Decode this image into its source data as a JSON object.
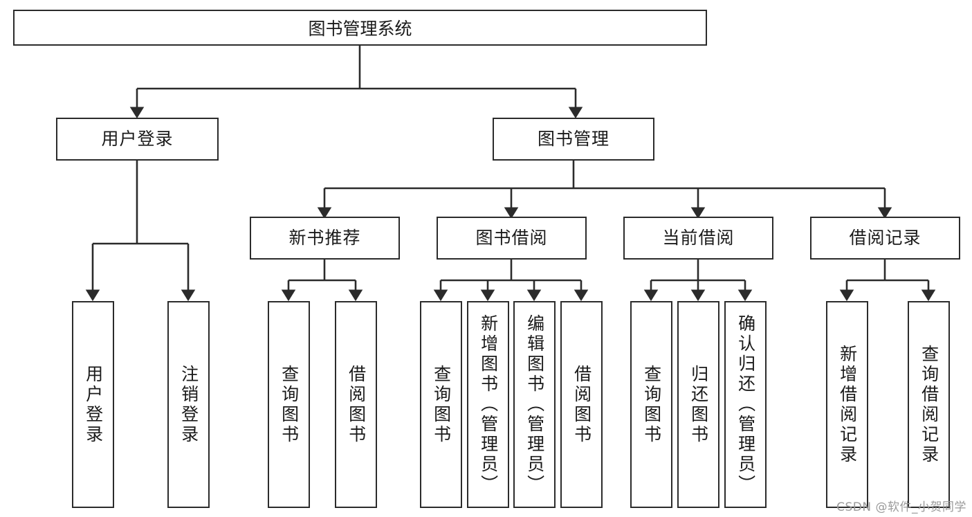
{
  "diagram": {
    "title": "图书管理系统",
    "watermark": "CSDN @软件_小贺同学",
    "stroke_color": "#2b2b2b",
    "background_color": "#ffffff",
    "text_color": "#1a1a1a",
    "watermark_color": "#9a9a9a"
  },
  "nodes": {
    "root": {
      "label": "图书管理系统"
    },
    "level2": [
      {
        "label": "用户登录"
      },
      {
        "label": "图书管理"
      }
    ],
    "level3": [
      {
        "label": "新书推荐"
      },
      {
        "label": "图书借阅"
      },
      {
        "label": "当前借阅"
      },
      {
        "label": "借阅记录"
      }
    ],
    "leaves": {
      "user_login": [
        {
          "label": "用户登录"
        },
        {
          "label": "注销登录"
        }
      ],
      "new_book_recommend": [
        {
          "label": "查询图书"
        },
        {
          "label": "借阅图书"
        }
      ],
      "book_borrow": [
        {
          "label": "查询图书"
        },
        {
          "label": "新增图书（管理员）"
        },
        {
          "label": "编辑图书（管理员）"
        },
        {
          "label": "借阅图书"
        }
      ],
      "current_borrow": [
        {
          "label": "查询图书"
        },
        {
          "label": "归还图书"
        },
        {
          "label": "确认归还（管理员）"
        }
      ],
      "borrow_record": [
        {
          "label": "新增借阅记录"
        },
        {
          "label": "查询借阅记录"
        }
      ]
    }
  }
}
